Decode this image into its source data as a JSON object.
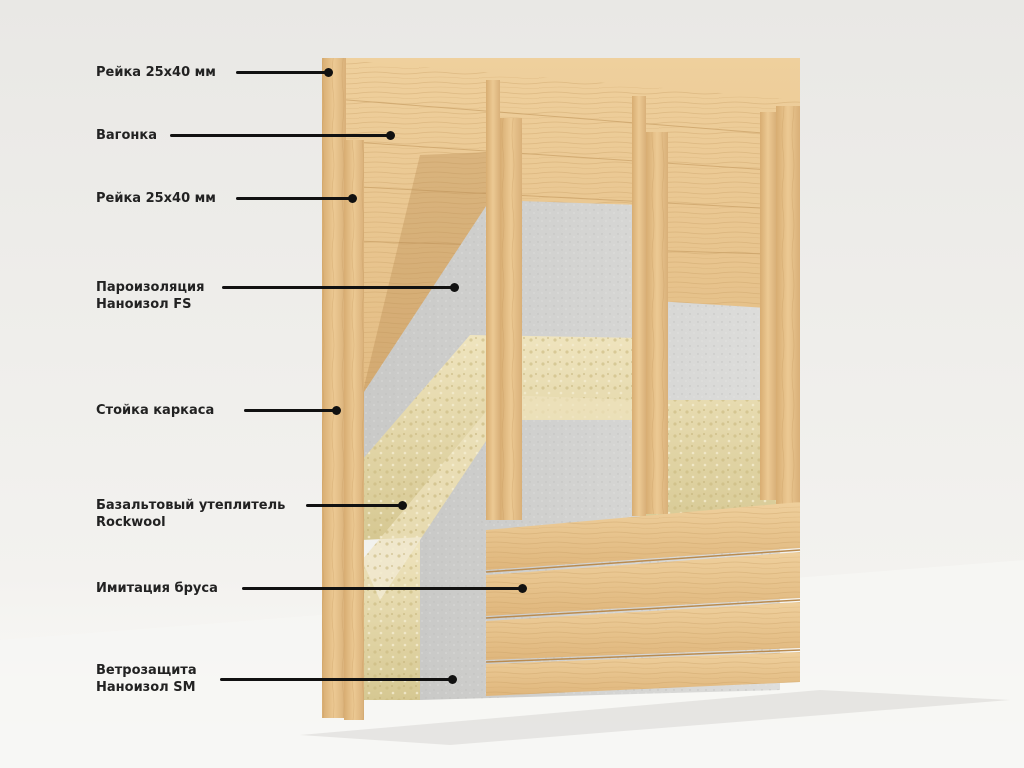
{
  "diagram": {
    "callouts": [
      {
        "id": "rail-top",
        "lines": [
          "Рейка 25х40 мм"
        ]
      },
      {
        "id": "clapboard",
        "lines": [
          "Вагонка"
        ]
      },
      {
        "id": "rail-inner",
        "lines": [
          "Рейка 25х40 мм"
        ]
      },
      {
        "id": "vapor-barrier",
        "lines": [
          "Пароизоляция",
          "Наноизол FS"
        ]
      },
      {
        "id": "frame-stud",
        "lines": [
          "Стойка каркаса"
        ]
      },
      {
        "id": "basalt-insulation",
        "lines": [
          "Базальтовый утеплитель",
          "Rockwool"
        ]
      },
      {
        "id": "imitation-timber",
        "lines": [
          "Имитация бруса"
        ]
      },
      {
        "id": "wind-barrier",
        "lines": [
          "Ветрозащита",
          "Наноизол SM"
        ]
      }
    ]
  },
  "colors": {
    "background": "#ecebe8",
    "wood": "#e7c48e",
    "wood_dark": "#c79a5b",
    "insulation": "#e6d9ae",
    "membrane": "#d3d3d1",
    "leader": "#111111"
  }
}
